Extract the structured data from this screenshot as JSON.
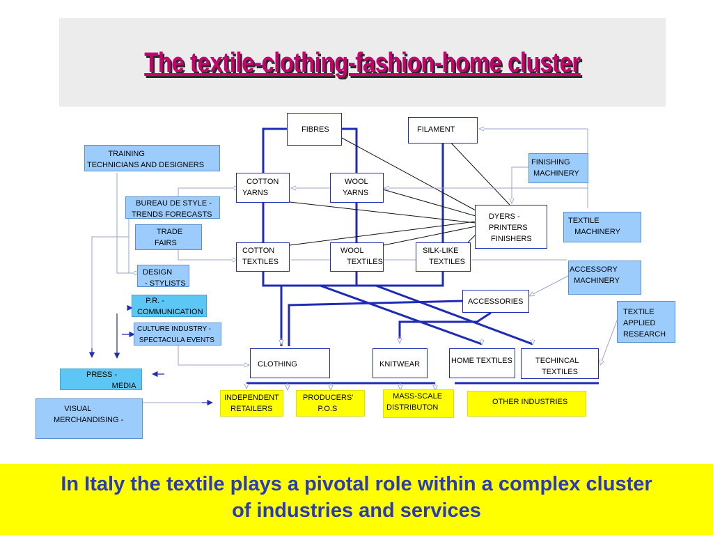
{
  "title": "The textile-clothing-fashion-home cluster",
  "footer": "In Italy the textile plays a pivotal role within a complex cluster\nof industries and services",
  "nodes": {
    "fibres": "FIBRES",
    "filament": "FILAMENT",
    "cotton_yarns": "  COTTON\nYARNS",
    "wool_yarns": " WOOL\nYARNS",
    "dyers": "DYERS -\nPRINTERS\n FINISHERS",
    "cotton_textiles": "COTTON\nTEXTILES",
    "wool_textiles": "WOOL\n   TEXTILES",
    "silk_textiles": "SILK-LIKE\n   TEXTILES",
    "accessories": "ACCESSORIES",
    "clothing": "CLOTHING",
    "knitwear": "KNITWEAR",
    "home_textiles": "HOME TEXTILES",
    "technical_textiles": "TECHINCAL\n   TEXTILES",
    "training": "          TRAINING\nTECHNICIANS AND DESIGNERS",
    "bureau": "  BUREAU DE STYLE -\nTRENDS FORECASTS",
    "trade_fairs": " TRADE\nFAIRS",
    "design": "DESIGN\n - STYLISTS",
    "pr": "    P.R. -\nCOMMUNICATION",
    "culture": "CULTURE INDUSTRY -\n SPECTACULA EVENTS",
    "press": "PRESS -\n            MEDIA",
    "visual": "     VISUAL\nMERCHANDISING -",
    "finishing": "FINISHING\n MACHINERY",
    "textile_machinery": "TEXTILE\n   MACHINERY",
    "accessory_machinery": "ACCESSORY\n  MACHINERY",
    "research": "TEXTILE\nAPPLIED\nRESEARCH",
    "independent": "INDEPENDENT\n   RETAILERS",
    "producers": "PRODUCERS'\n       P.O.S",
    "mass_scale": "   MASS-SCALE\nDISTRIBUTON",
    "other": "OTHER INDUSTRIES"
  },
  "colors": {
    "title": "#c8006e",
    "footer_text": "#2a3bb8",
    "footer_bg": "#ffff00",
    "node_blue": "#9cccfb",
    "node_cyan": "#5cc7f5",
    "node_yellow": "#ffff00",
    "line_blue": "#1d2bb5"
  }
}
